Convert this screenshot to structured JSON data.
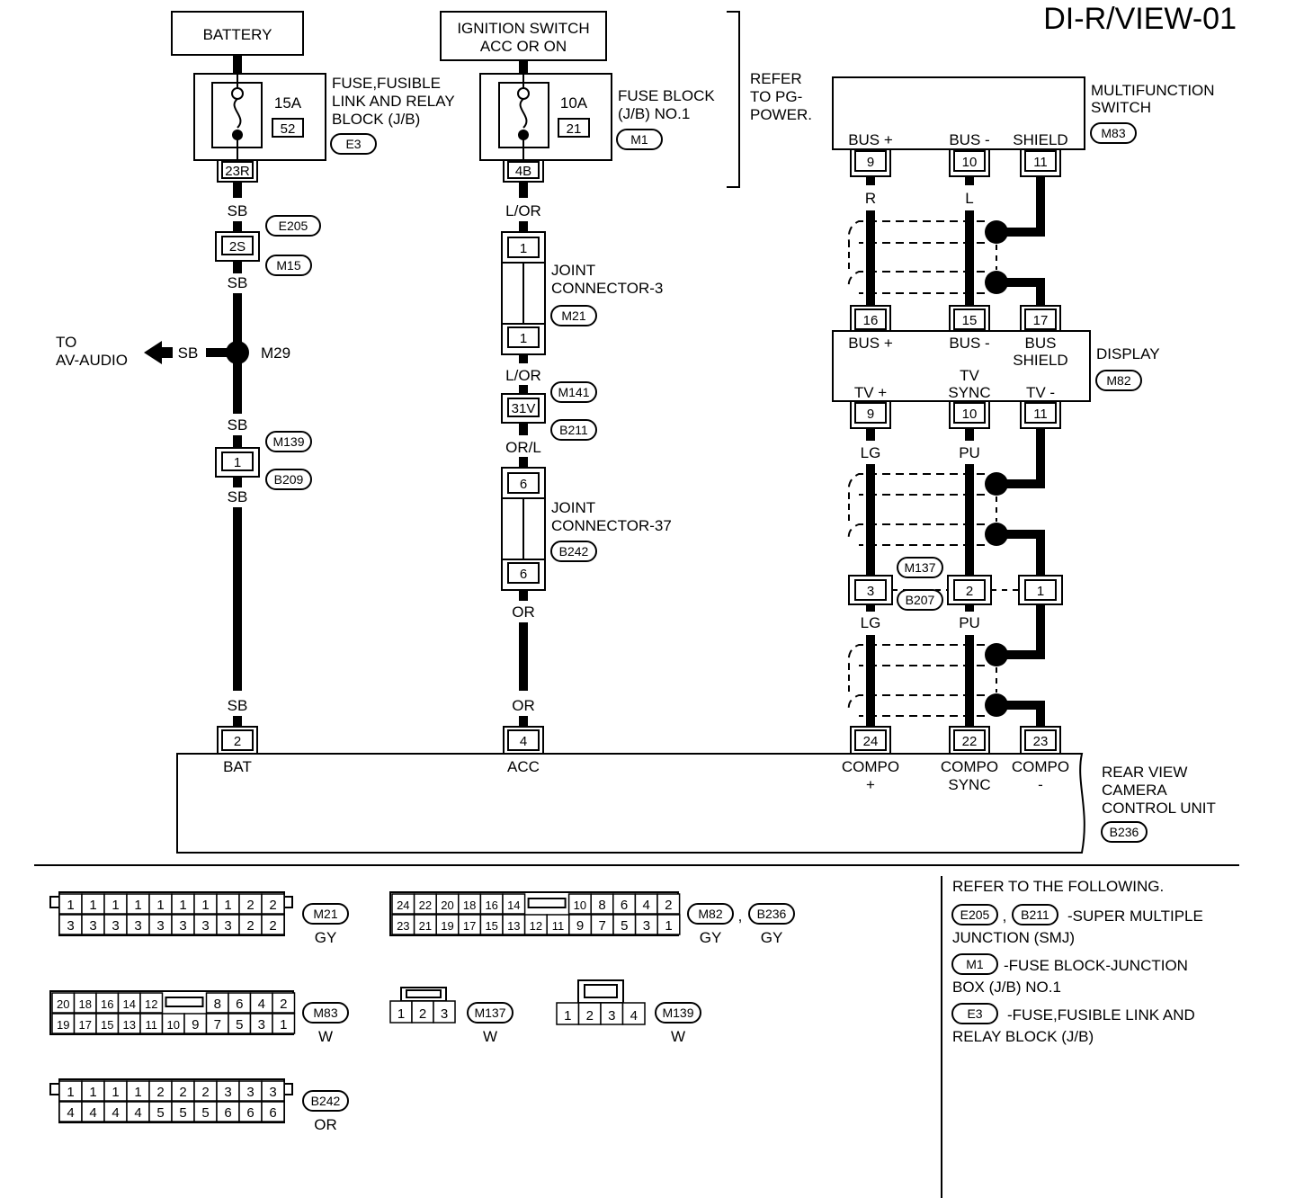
{
  "title": "DI-R/VIEW-01",
  "battery": {
    "label": "BATTERY"
  },
  "ignition": {
    "line1": "IGNITION SWITCH",
    "line2": "ACC OR ON"
  },
  "fuse1": {
    "amps": "15A",
    "num": "52",
    "name1": "FUSE,FUSIBLE",
    "name2": "LINK AND RELAY",
    "name3": "BLOCK (J/B)",
    "tag": "E3",
    "terminal": "23R"
  },
  "fuse2": {
    "amps": "10A",
    "num": "21",
    "name1": "FUSE BLOCK",
    "name2": "(J/B) NO.1",
    "tag": "M1",
    "terminal": "4B"
  },
  "refer_pg": {
    "line1": "REFER",
    "line2": "TO PG-",
    "line3": "POWER."
  },
  "left_col": {
    "color_sb": "SB",
    "conn_2s": "2S",
    "tag_e205": "E205",
    "tag_m15": "M15",
    "splice": "M29",
    "to1": "TO",
    "to2": "AV-AUDIO",
    "conn_1": "1",
    "tag_m139": "M139",
    "tag_b209": "B209",
    "bottom_term": "2",
    "bottom_label": "BAT"
  },
  "mid_col": {
    "color_lor": "L/OR",
    "color_orl": "OR/L",
    "color_or": "OR",
    "jc3_top": "1",
    "jc3_bot": "1",
    "jc3_name1": "JOINT",
    "jc3_name2": "CONNECTOR-3",
    "jc3_tag": "M21",
    "conn_31v": "31V",
    "tag_m141": "M141",
    "tag_b211": "B211",
    "jc37_top": "6",
    "jc37_bot": "6",
    "jc37_name1": "JOINT",
    "jc37_name2": "CONNECTOR-37",
    "jc37_tag": "B242",
    "bottom_term": "4",
    "bottom_label": "ACC"
  },
  "mfs": {
    "name1": "MULTIFUNCTION",
    "name2": "SWITCH",
    "tag": "M83",
    "pin1_label": "BUS +",
    "pin2_label": "BUS -",
    "pin3_label": "SHIELD",
    "pin1": "9",
    "pin2": "10",
    "pin3": "11",
    "wire1": "R",
    "wire2": "L"
  },
  "display": {
    "name": "DISPLAY",
    "tag": "M82",
    "top_pin1": "16",
    "top_pin2": "15",
    "top_pin3": "17",
    "top_label1": "BUS +",
    "top_label2": "BUS -",
    "top_label3a": "BUS",
    "top_label3b": "SHIELD",
    "bot_label1": "TV +",
    "bot_label2a": "TV",
    "bot_label2b": "SYNC",
    "bot_label3": "TV -",
    "bot_pin1": "9",
    "bot_pin2": "10",
    "bot_pin3": "11",
    "wire1": "LG",
    "wire2": "PU"
  },
  "inline_conn": {
    "pin1": "3",
    "pin2": "2",
    "pin3": "1",
    "tag1": "M137",
    "tag2": "B207"
  },
  "rvcu": {
    "name1": "REAR VIEW",
    "name2": "CAMERA",
    "name3": "CONTROL UNIT",
    "tag": "B236",
    "pin1": "24",
    "pin2": "22",
    "pin3": "23",
    "label1a": "COMPO",
    "label1b": "+",
    "label2a": "COMPO",
    "label2b": "SYNC",
    "label3a": "COMPO",
    "label3b": "-"
  },
  "connectors": {
    "m21": {
      "tag": "M21",
      "color": "GY",
      "row1": [
        "1",
        "1",
        "1",
        "1",
        "1",
        "1",
        "1",
        "1",
        "2",
        "2"
      ],
      "row2": [
        "3",
        "3",
        "3",
        "3",
        "3",
        "3",
        "3",
        "3",
        "2",
        "2"
      ]
    },
    "m82": {
      "tag1": "M82",
      "sep": ",",
      "tag2": "B236",
      "color1": "GY",
      "color2": "GY",
      "row1": [
        "24",
        "22",
        "20",
        "18",
        "16",
        "14",
        "10",
        "8",
        "6",
        "4",
        "2"
      ],
      "row2": [
        "23",
        "21",
        "19",
        "17",
        "15",
        "13",
        "12",
        "11",
        "9",
        "7",
        "5",
        "3",
        "1"
      ]
    },
    "m83": {
      "tag": "M83",
      "color": "W",
      "row1": [
        "20",
        "18",
        "16",
        "14",
        "12",
        "8",
        "6",
        "4",
        "2"
      ],
      "row2": [
        "19",
        "17",
        "15",
        "13",
        "11",
        "10",
        "9",
        "7",
        "5",
        "3",
        "1"
      ]
    },
    "m137": {
      "tag": "M137",
      "color": "W",
      "row": [
        "1",
        "2",
        "3"
      ]
    },
    "m139": {
      "tag": "M139",
      "color": "W",
      "row": [
        "1",
        "2",
        "3",
        "4"
      ]
    },
    "b242": {
      "tag": "B242",
      "color": "OR",
      "row1": [
        "1",
        "1",
        "1",
        "1",
        "2",
        "2",
        "2",
        "3",
        "3",
        "3"
      ],
      "row2": [
        "4",
        "4",
        "4",
        "4",
        "5",
        "5",
        "5",
        "6",
        "6",
        "6"
      ]
    }
  },
  "refer": {
    "header": "REFER TO THE FOLLOWING.",
    "tag_e205": "E205",
    "comma": ",",
    "tag_b211": "B211",
    "smj1": "-SUPER MULTIPLE",
    "smj2": "JUNCTION (SMJ)",
    "tag_m1": "M1",
    "m1_1": "-FUSE BLOCK-JUNCTION",
    "m1_2": "BOX (J/B) NO.1",
    "tag_e3": "E3",
    "e3_1": "-FUSE,FUSIBLE LINK AND",
    "e3_2": "RELAY BLOCK (J/B)"
  }
}
